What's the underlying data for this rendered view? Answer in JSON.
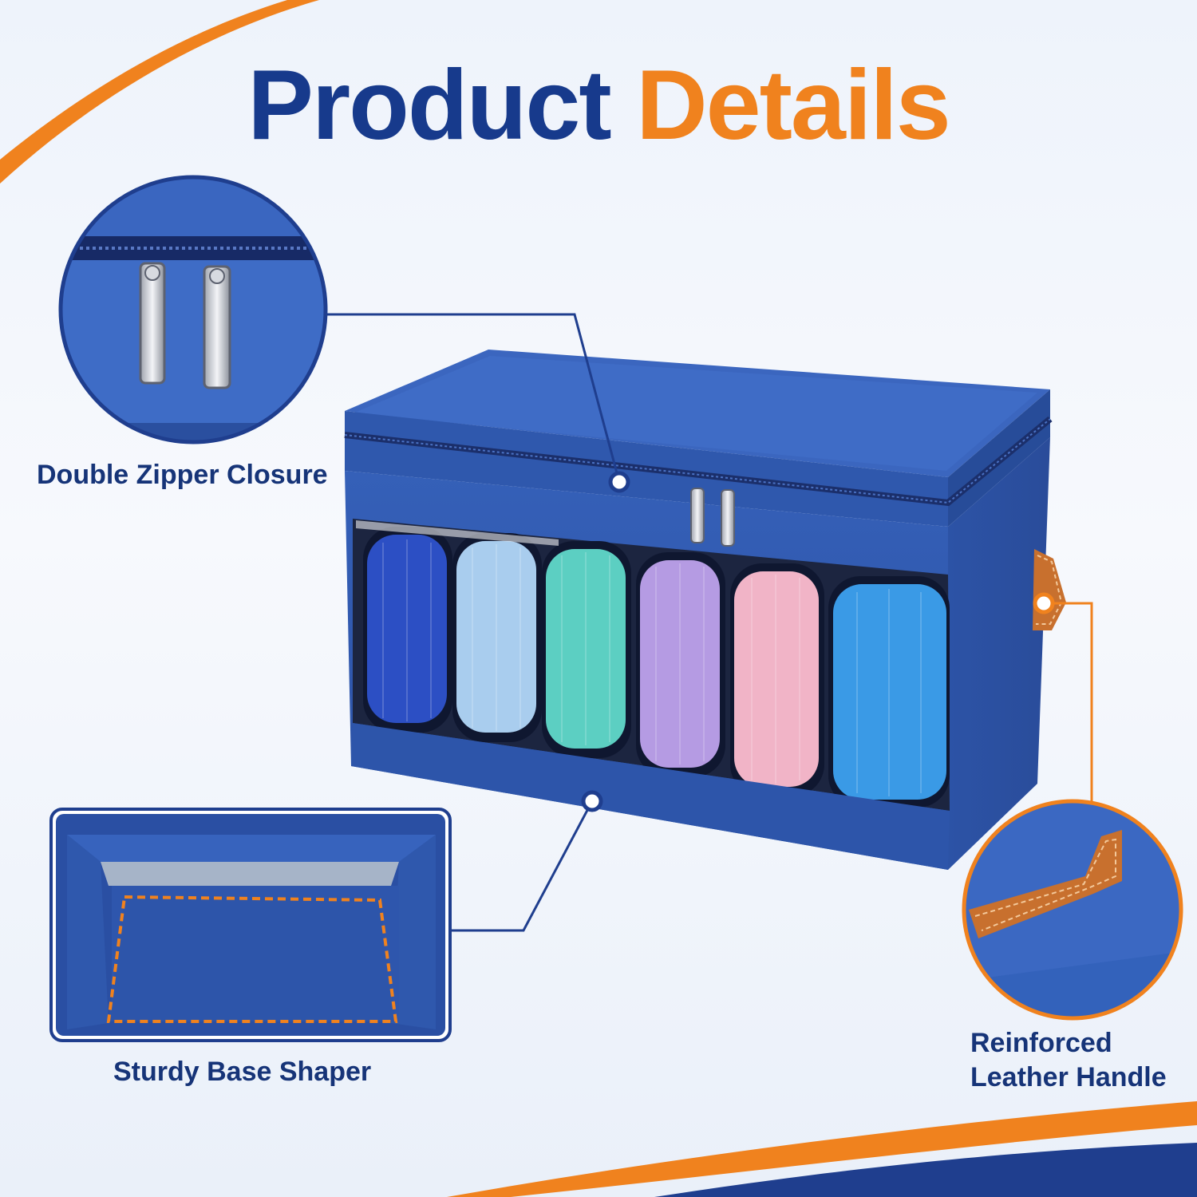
{
  "header": {
    "title_part1": "Product",
    "title_part2": "Details"
  },
  "callouts": {
    "zipper": "Double Zipper Closure",
    "base": "Sturdy Base Shaper",
    "handle_line1": "Reinforced",
    "handle_line2": "Leather Handle"
  },
  "colors": {
    "title_blue": "#173a8c",
    "title_orange": "#f0821e",
    "box_blue": "#2e55a8",
    "handle_leather": "#c8702e"
  },
  "spools": [
    "#2c4fc4",
    "#a9cdee",
    "#5ccfc2",
    "#b59be3",
    "#f1b4c7",
    "#3a9ae6"
  ]
}
